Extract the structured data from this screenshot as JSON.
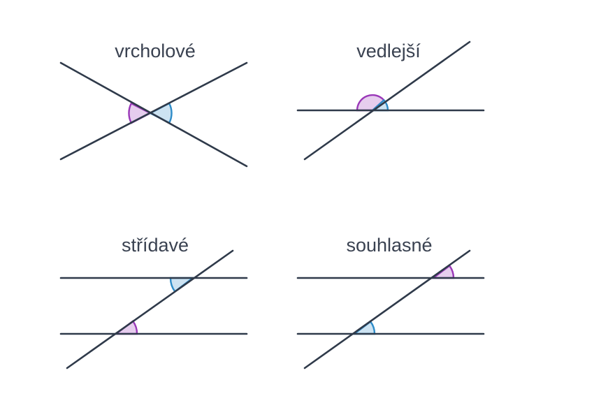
{
  "colors": {
    "line": "#2f3a4a",
    "text": "#3a4251",
    "purple_stroke": "#9a38b8",
    "purple_fill": "#e6cdee",
    "blue_stroke": "#2e8cc8",
    "blue_fill": "#cde3f2"
  },
  "panels": {
    "vertical": {
      "label": "vrcholové"
    },
    "adjacent": {
      "label": "vedlejší"
    },
    "alternate": {
      "label": "střídavé"
    },
    "corresponding": {
      "label": "souhlasné"
    }
  }
}
